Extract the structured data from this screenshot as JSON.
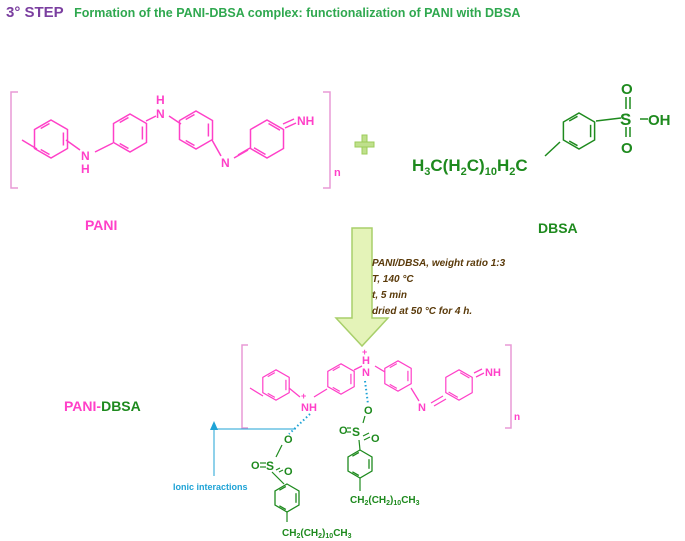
{
  "header": {
    "step": "3° STEP",
    "title": "Formation of the PANI-DBSA complex: functionalization of PANI with DBSA"
  },
  "labels": {
    "pani": "PANI",
    "dbsa": "DBSA",
    "complex_a": "PANI-",
    "complex_b": "DBSA",
    "ionic": "Ionic interactions",
    "subscript_n": "n"
  },
  "atoms": {
    "n": "N",
    "h": "H",
    "nh": "NH",
    "s": "S",
    "o": "O",
    "oh": "OH",
    "plus": "+"
  },
  "formula": {
    "dbsa_parts": [
      "H",
      "3",
      "C(H",
      "2",
      "C)",
      "10",
      "H",
      "2",
      "C"
    ],
    "tail_parts": [
      "CH",
      "2",
      "(CH",
      "2",
      ")",
      "10",
      "CH",
      "3"
    ]
  },
  "conditions": [
    "PANI/DBSA, weight ratio 1:3",
    "T, 140 °C",
    "t, 5 min",
    "dried at 50 °C for 4 h."
  ],
  "colors": {
    "pani": "#ff40c8",
    "dbsa": "#1e8a1e",
    "bracket": "#e89ad6",
    "arrow_fill": "#e4f3b8",
    "arrow_stroke": "#a8cf6a",
    "plus": "#9ccc5a",
    "ionic": "#1fa3d6"
  }
}
